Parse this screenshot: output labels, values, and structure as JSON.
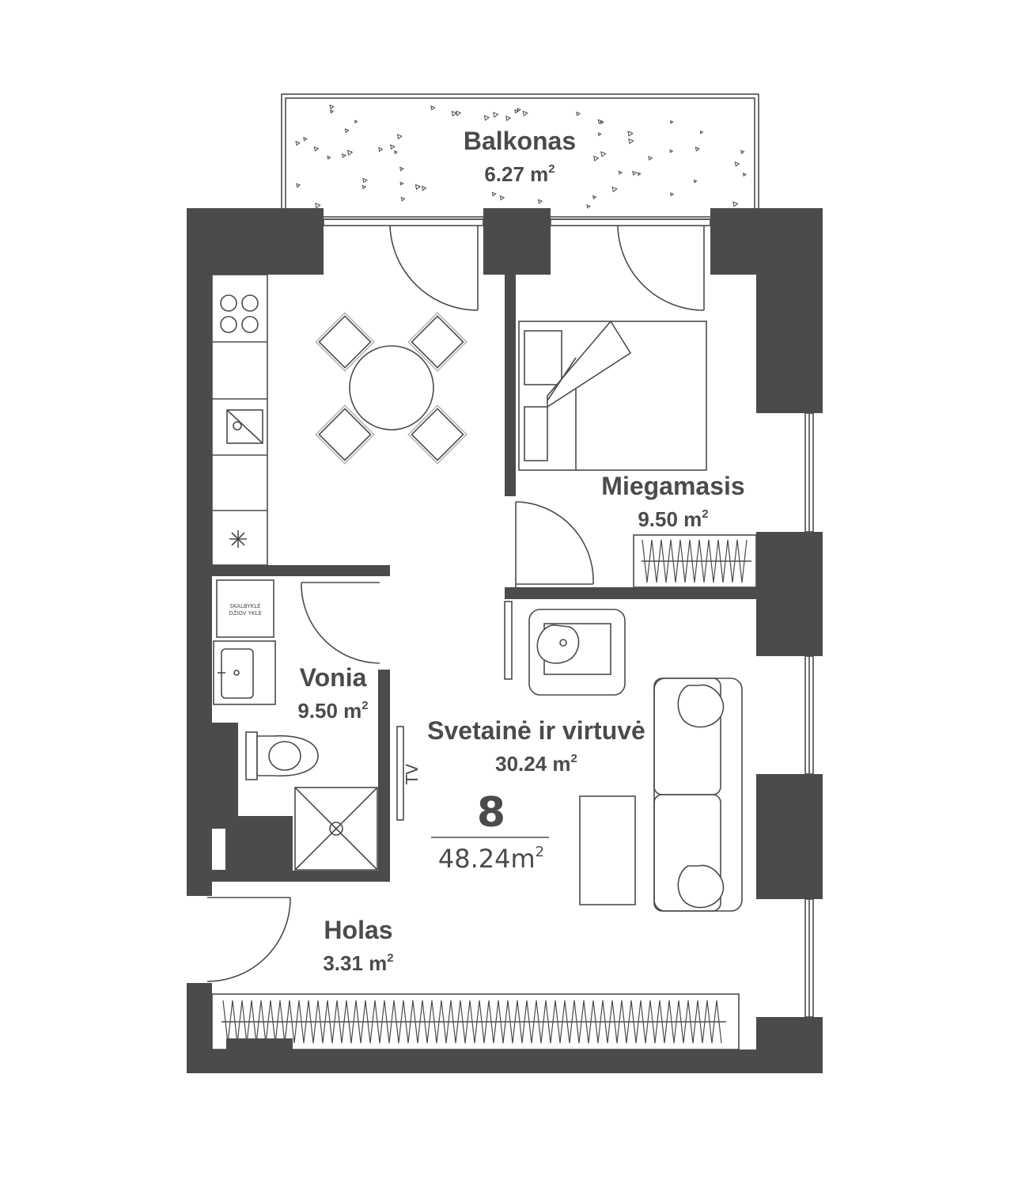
{
  "unit": {
    "number": "8",
    "total_area": "48.24",
    "total_area_unit": "m",
    "unit_sup": "2"
  },
  "rooms": {
    "balcony": {
      "name": "Balkonas",
      "area": "6.27  m",
      "sup": "2"
    },
    "bedroom": {
      "name": "Miegamasis",
      "area": "9.50 m",
      "sup": "2"
    },
    "bathroom": {
      "name": "Vonia",
      "area": "9.50 m",
      "sup": "2"
    },
    "living": {
      "name": "Svetainė ir virtuvė",
      "area": "30.24 m",
      "sup": "2"
    },
    "hall": {
      "name": "Holas",
      "area": "3.31 m",
      "sup": "2"
    }
  },
  "fixtures": {
    "tv_label": "TV",
    "washer_label_1": "SKALBYKLĖ",
    "washer_label_2": "DŽIOV YKLĖ"
  },
  "colors": {
    "wall": "#4b4b4b",
    "background": "#ffffff"
  }
}
